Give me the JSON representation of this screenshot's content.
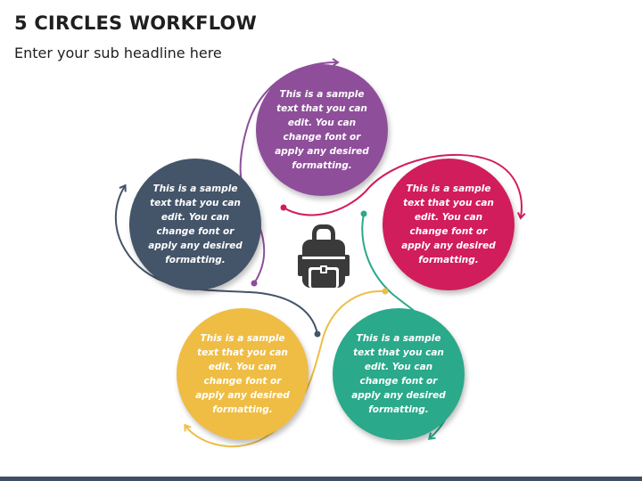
{
  "header": {
    "title": "5 CIRCLES WORKFLOW",
    "subtitle": "Enter your sub headline here"
  },
  "steps": [
    {
      "text": "This is a sample text that you can edit. You can change font or apply any desired formatting.",
      "color": "#8e4e9a"
    },
    {
      "text": "This is a sample text that you can edit. You can change font or apply any desired formatting.",
      "color": "#d11d5b"
    },
    {
      "text": "This is a sample text that you can edit. You can change font or apply any desired formatting.",
      "color": "#2aa98b"
    },
    {
      "text": "This is a sample text that you can edit. You can change font or apply any desired formatting.",
      "color": "#efbd44"
    },
    {
      "text": "This is a sample text that you can edit. You can change font or apply any desired formatting.",
      "color": "#445469"
    }
  ],
  "center_icon": "backpack-icon",
  "colors": {
    "icon": "#3a3a3a",
    "bar": "#3e4f63"
  }
}
